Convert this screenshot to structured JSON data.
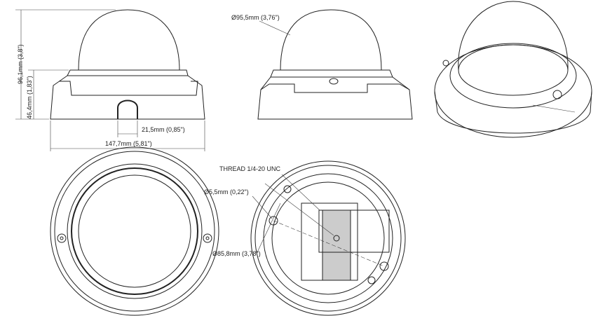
{
  "dimensions": {
    "total_height": "96,1mm (3,8\")",
    "base_height": "46,4mm (1,83\")",
    "cable_slot_width": "21,5mm (0,85\")",
    "base_diameter": "147,7mm (5,81\")",
    "dome_diameter": "Ø95,5mm (3,76\")",
    "thread": "THREAD 1/4-20 UNC",
    "hole_diameter": "Ø5,5mm (0,22\")",
    "hole_circle_diameter": "Ø85,8mm (3,78\")"
  }
}
